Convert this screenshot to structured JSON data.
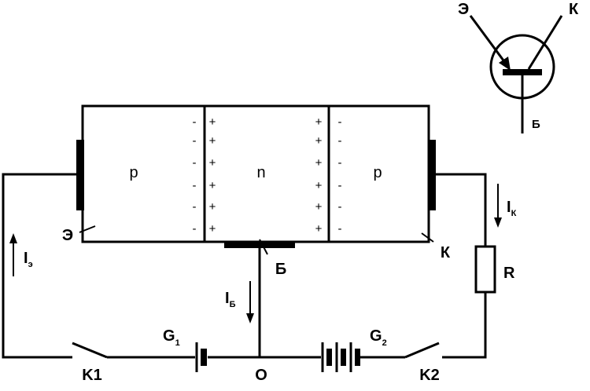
{
  "regions": {
    "left": "p",
    "middle": "n",
    "right": "p"
  },
  "electrodes": {
    "emitter": "Э",
    "base": "Б",
    "collector": "К"
  },
  "currents": {
    "emitter": {
      "main": "I",
      "sub": "э"
    },
    "base": {
      "main": "I",
      "sub": "Б"
    },
    "collector": {
      "main": "I",
      "sub": "К"
    }
  },
  "components": {
    "switch1": "K1",
    "switch2": "K2",
    "battery1": {
      "main": "G",
      "sub": "1"
    },
    "battery2": {
      "main": "G",
      "sub": "2"
    },
    "resistor": "R",
    "node": "O"
  },
  "charges": {
    "negative": "-",
    "positive": "+"
  },
  "symbol": {
    "emitter": "Э",
    "collector": "К",
    "base": "Б"
  }
}
